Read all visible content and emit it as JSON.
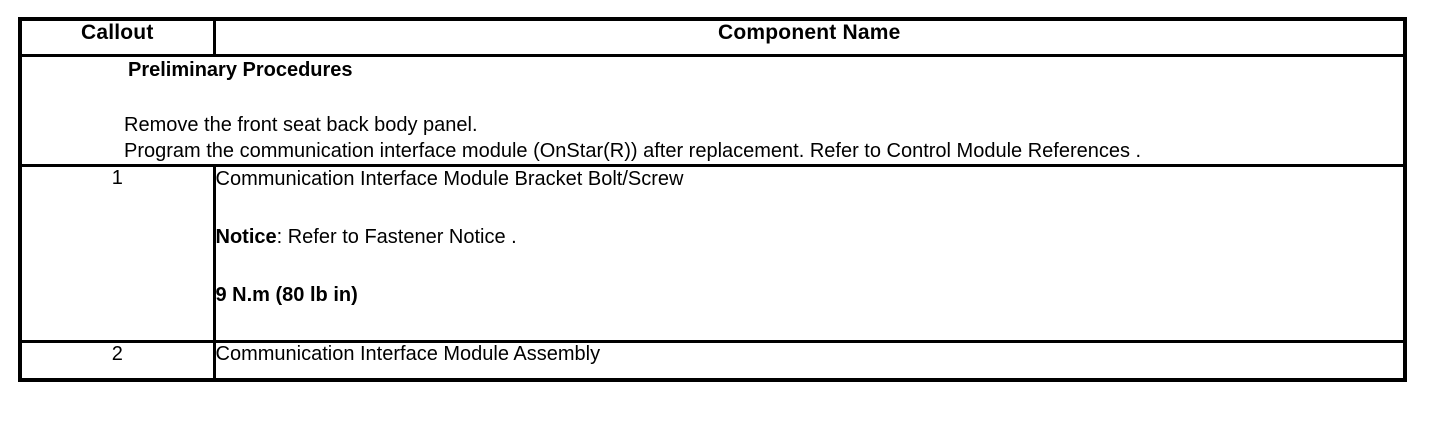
{
  "table": {
    "headers": {
      "callout": "Callout",
      "component_name": "Component Name"
    },
    "preliminary": {
      "heading": "Preliminary Procedures",
      "lines": [
        "Remove the front seat back body panel.",
        "Program the communication interface module (OnStar(R)) after replacement. Refer to Control Module References ."
      ]
    },
    "rows": [
      {
        "callout": "1",
        "title": "Communication Interface Module Bracket Bolt/Screw",
        "notice_label": "Notice",
        "notice_text": ": Refer to Fastener Notice .",
        "torque": "9 N.m (80 lb in)"
      },
      {
        "callout": "2",
        "title": "Communication Interface Module Assembly"
      }
    ]
  },
  "colors": {
    "border": "#000000",
    "background": "#ffffff",
    "text": "#000000"
  }
}
